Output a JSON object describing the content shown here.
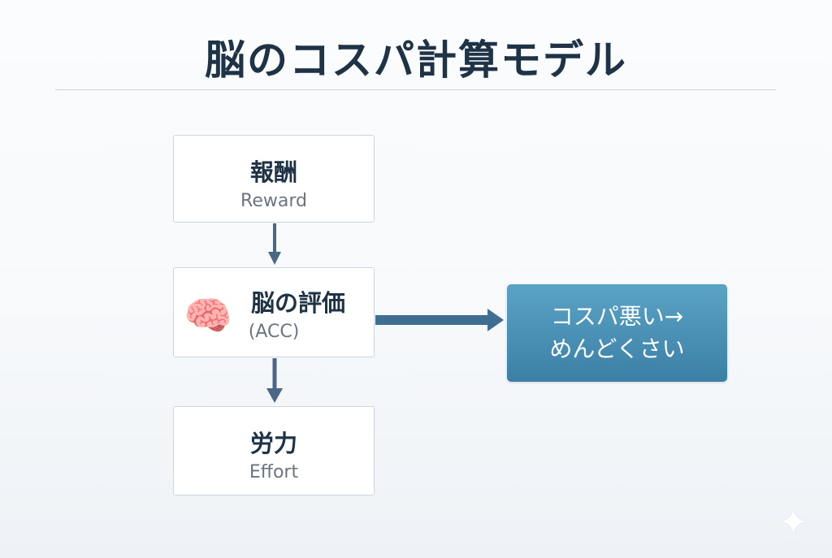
{
  "title": "脳のコスパ計算モデル",
  "nodes": [
    {
      "main": "報酬",
      "sub": "Reward"
    },
    {
      "main": "脳の評価",
      "sub": "(ACC)"
    },
    {
      "main": "労力",
      "sub": "Effort"
    }
  ],
  "outcome": {
    "line1": "コスパ悪い→",
    "line2": "めんどくさい"
  },
  "colors": {
    "title": "#1f3347",
    "arrow": "#4a6886",
    "outcome": "#4a90b8"
  }
}
